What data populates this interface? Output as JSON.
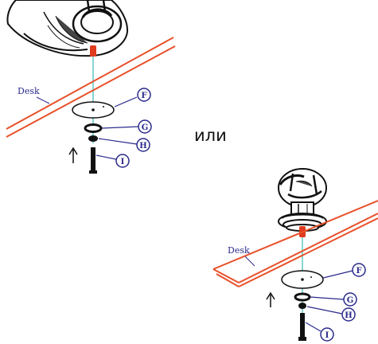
{
  "or_text": "или",
  "desk_label_left": "Desk",
  "desk_label_right": "Desk",
  "callouts": {
    "f": "F",
    "g": "G",
    "h": "H",
    "i": "I"
  },
  "colors": {
    "desk_line": "#e8502a",
    "callout": "#2a2a8c",
    "guide_line": "#5fc7c7",
    "link": "#e03b1e",
    "ink": "#111111"
  }
}
